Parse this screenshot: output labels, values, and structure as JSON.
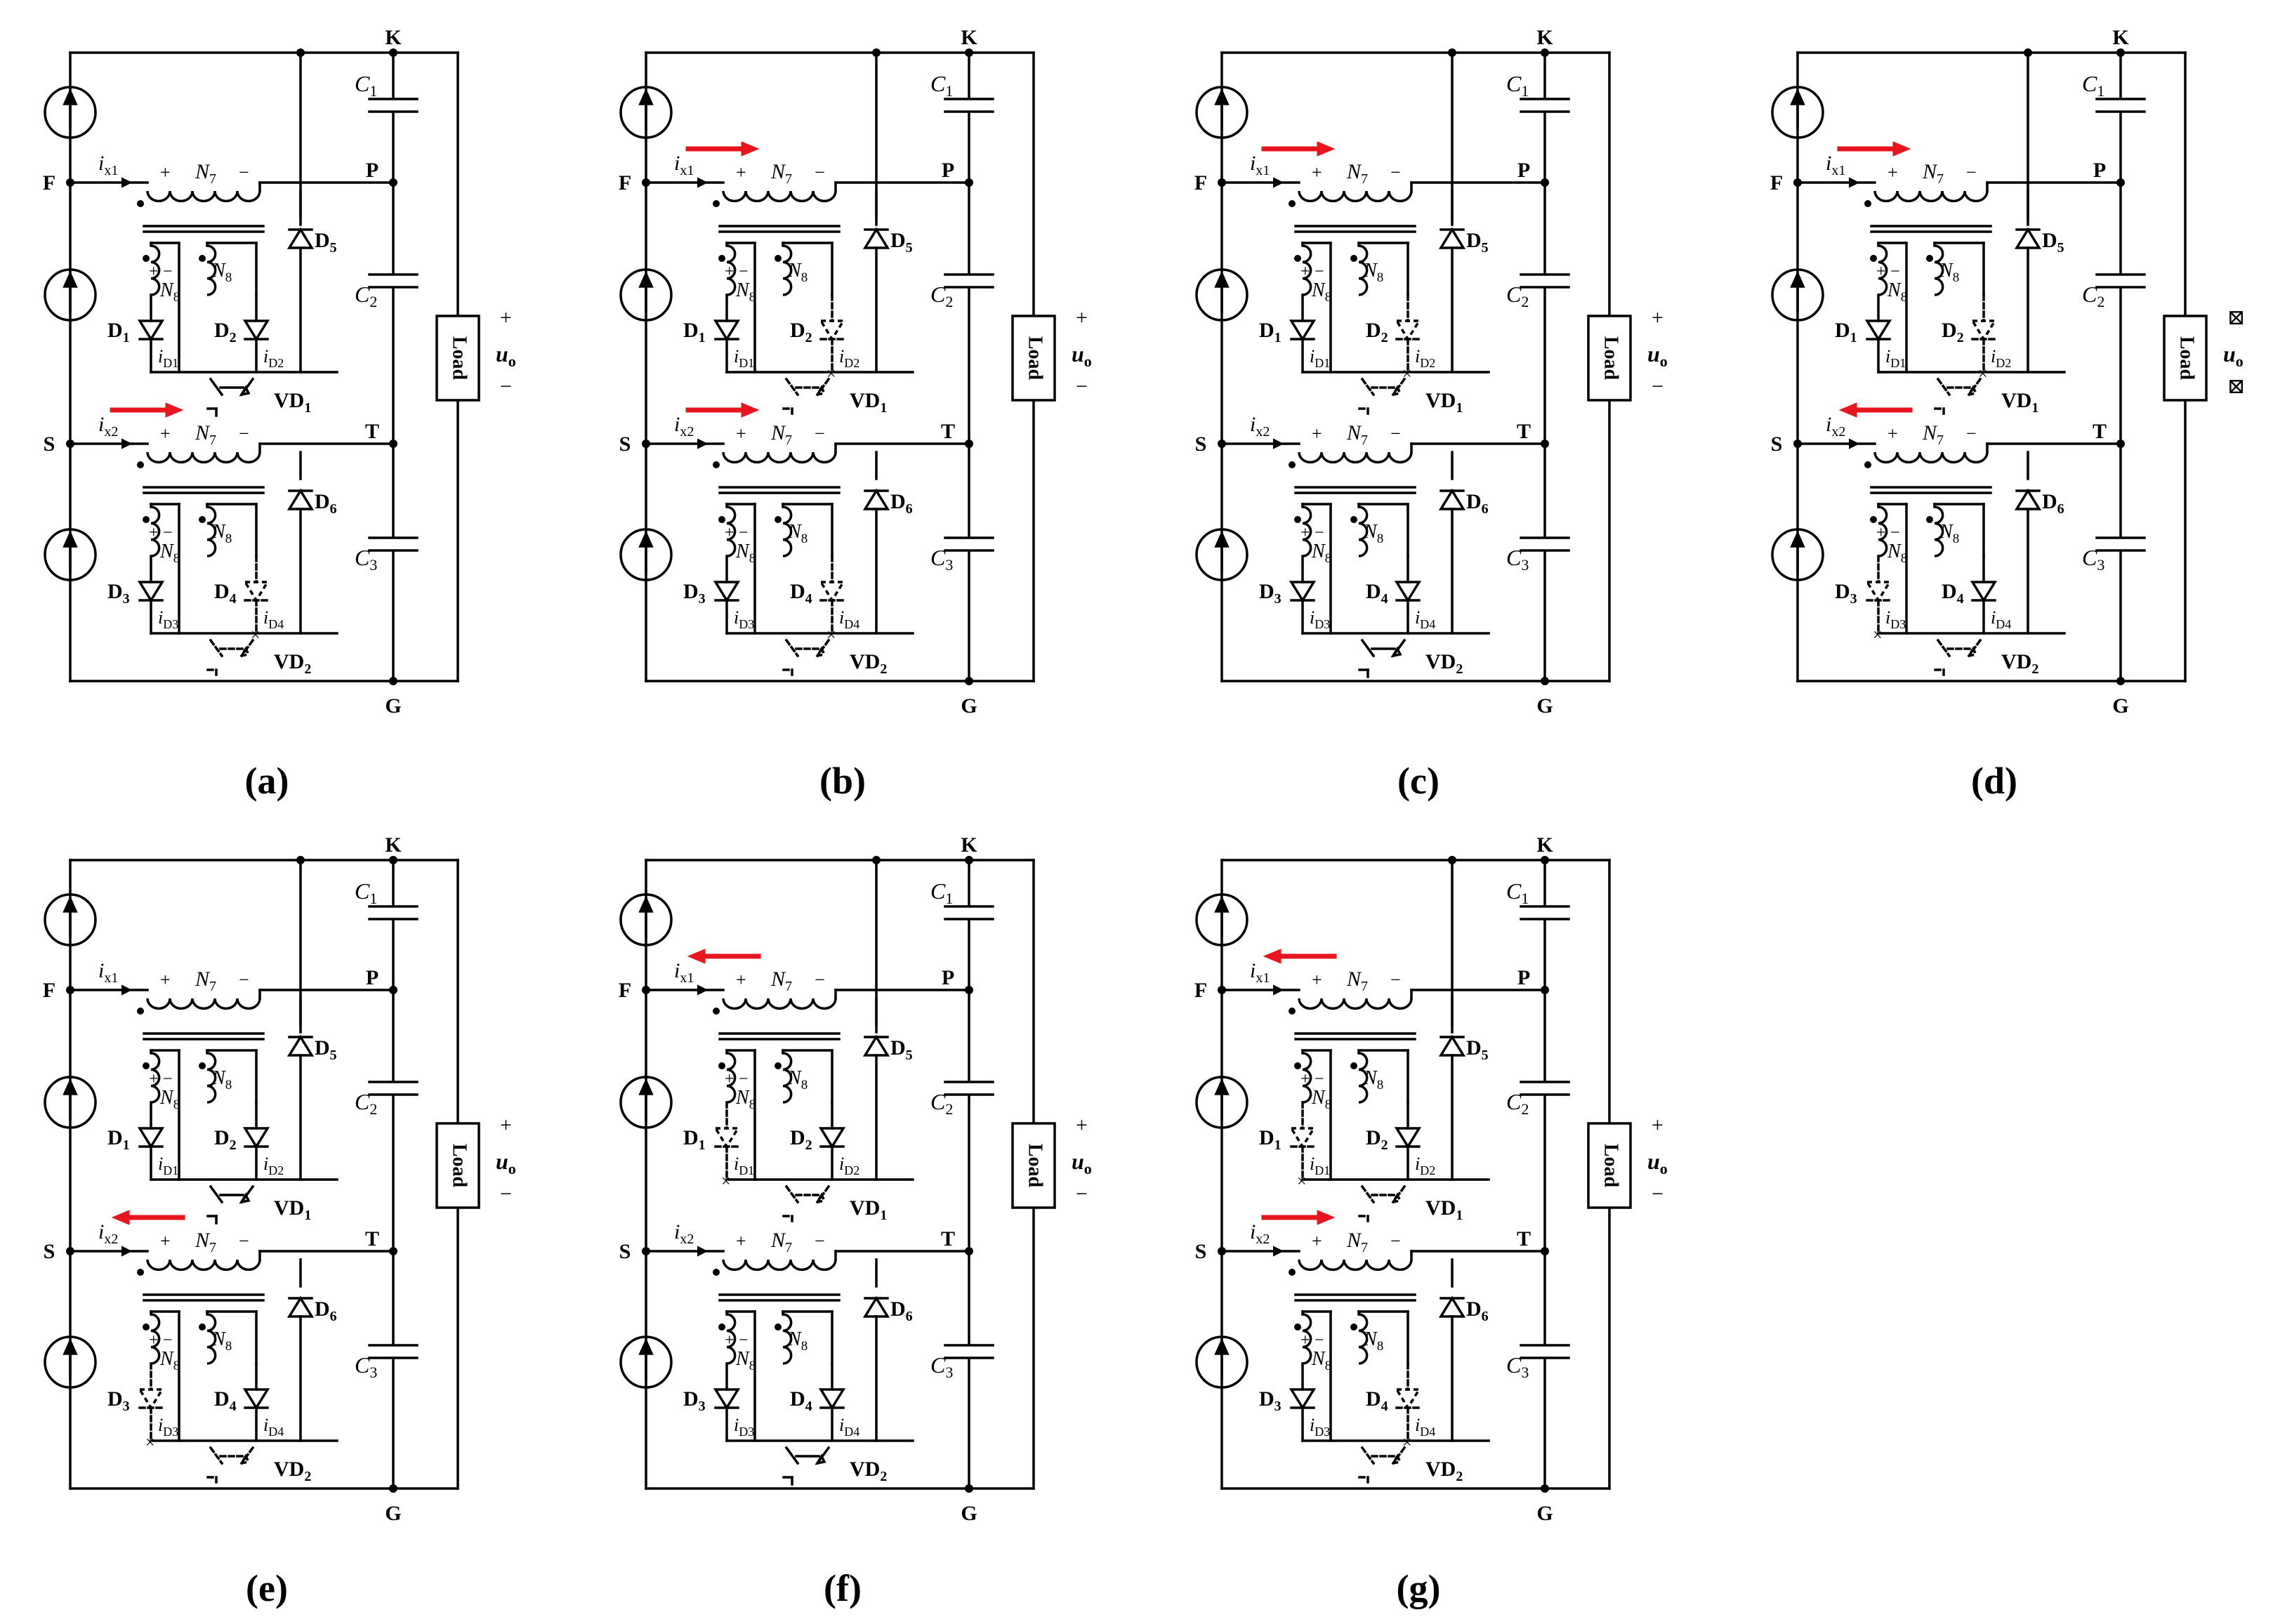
{
  "node_labels": {
    "top": "K",
    "upper_input": "F",
    "mid_upper": "P",
    "mid_input": "S",
    "mid_lower": "T",
    "bottom": "G"
  },
  "winding_labels": {
    "primary": "N",
    "primary_sub": "7",
    "secondary": "N",
    "secondary_sub": "8"
  },
  "current_labels": {
    "ix1": {
      "main": "i",
      "sub": "x1"
    },
    "ix2": {
      "main": "i",
      "sub": "x2"
    },
    "iD1": {
      "main": "i",
      "sub": "D1"
    },
    "iD2": {
      "main": "i",
      "sub": "D2"
    },
    "iD3": {
      "main": "i",
      "sub": "D3"
    },
    "iD4": {
      "main": "i",
      "sub": "D4"
    }
  },
  "component_labels": {
    "D1": {
      "main": "D",
      "sub": "1"
    },
    "D2": {
      "main": "D",
      "sub": "2"
    },
    "D3": {
      "main": "D",
      "sub": "3"
    },
    "D4": {
      "main": "D",
      "sub": "4"
    },
    "D5": {
      "main": "D",
      "sub": "5"
    },
    "D6": {
      "main": "D",
      "sub": "6"
    },
    "C1": {
      "main": "C",
      "sub": "1"
    },
    "C2": {
      "main": "C",
      "sub": "2"
    },
    "C3": {
      "main": "C",
      "sub": "3"
    },
    "VD1": {
      "main": "VD",
      "sub": "1"
    },
    "VD2": {
      "main": "VD",
      "sub": "2"
    }
  },
  "load_label": "Load",
  "output_voltage": {
    "main": "u",
    "sub": "o"
  },
  "polarity": {
    "plus": "+",
    "minus": "−"
  },
  "reversed_polarity_mark": "⊠",
  "off_mark": "×",
  "colors": {
    "line": "#000000",
    "arrow": "#e8141e",
    "background": "#ffffff"
  },
  "panels": [
    {
      "caption": "(a)",
      "ix1_arrow": "none",
      "ix2_arrow": "right",
      "off": [
        "D4"
      ],
      "vd1": "on",
      "vd2": "off",
      "output_polarity": "normal"
    },
    {
      "caption": "(b)",
      "ix1_arrow": "right",
      "ix2_arrow": "right",
      "off": [
        "D2",
        "D4"
      ],
      "vd1": "off",
      "vd2": "off",
      "output_polarity": "normal"
    },
    {
      "caption": "(c)",
      "ix1_arrow": "right",
      "ix2_arrow": "none",
      "off": [
        "D2"
      ],
      "vd1": "off",
      "vd2": "on",
      "output_polarity": "normal"
    },
    {
      "caption": "(d)",
      "ix1_arrow": "right",
      "ix2_arrow": "left",
      "off": [
        "D2",
        "D3"
      ],
      "vd1": "off",
      "vd2": "off",
      "output_polarity": "reversed"
    },
    {
      "caption": "(e)",
      "ix1_arrow": "none",
      "ix2_arrow": "left",
      "off": [
        "D3"
      ],
      "vd1": "on",
      "vd2": "off",
      "output_polarity": "normal"
    },
    {
      "caption": "(f)",
      "ix1_arrow": "left",
      "ix2_arrow": "none",
      "off": [
        "D1"
      ],
      "vd1": "off",
      "vd2": "on",
      "output_polarity": "normal"
    },
    {
      "caption": "(g)",
      "ix1_arrow": "left",
      "ix2_arrow": "right",
      "off": [
        "D1",
        "D4"
      ],
      "vd1": "off",
      "vd2": "off",
      "output_polarity": "normal"
    }
  ]
}
